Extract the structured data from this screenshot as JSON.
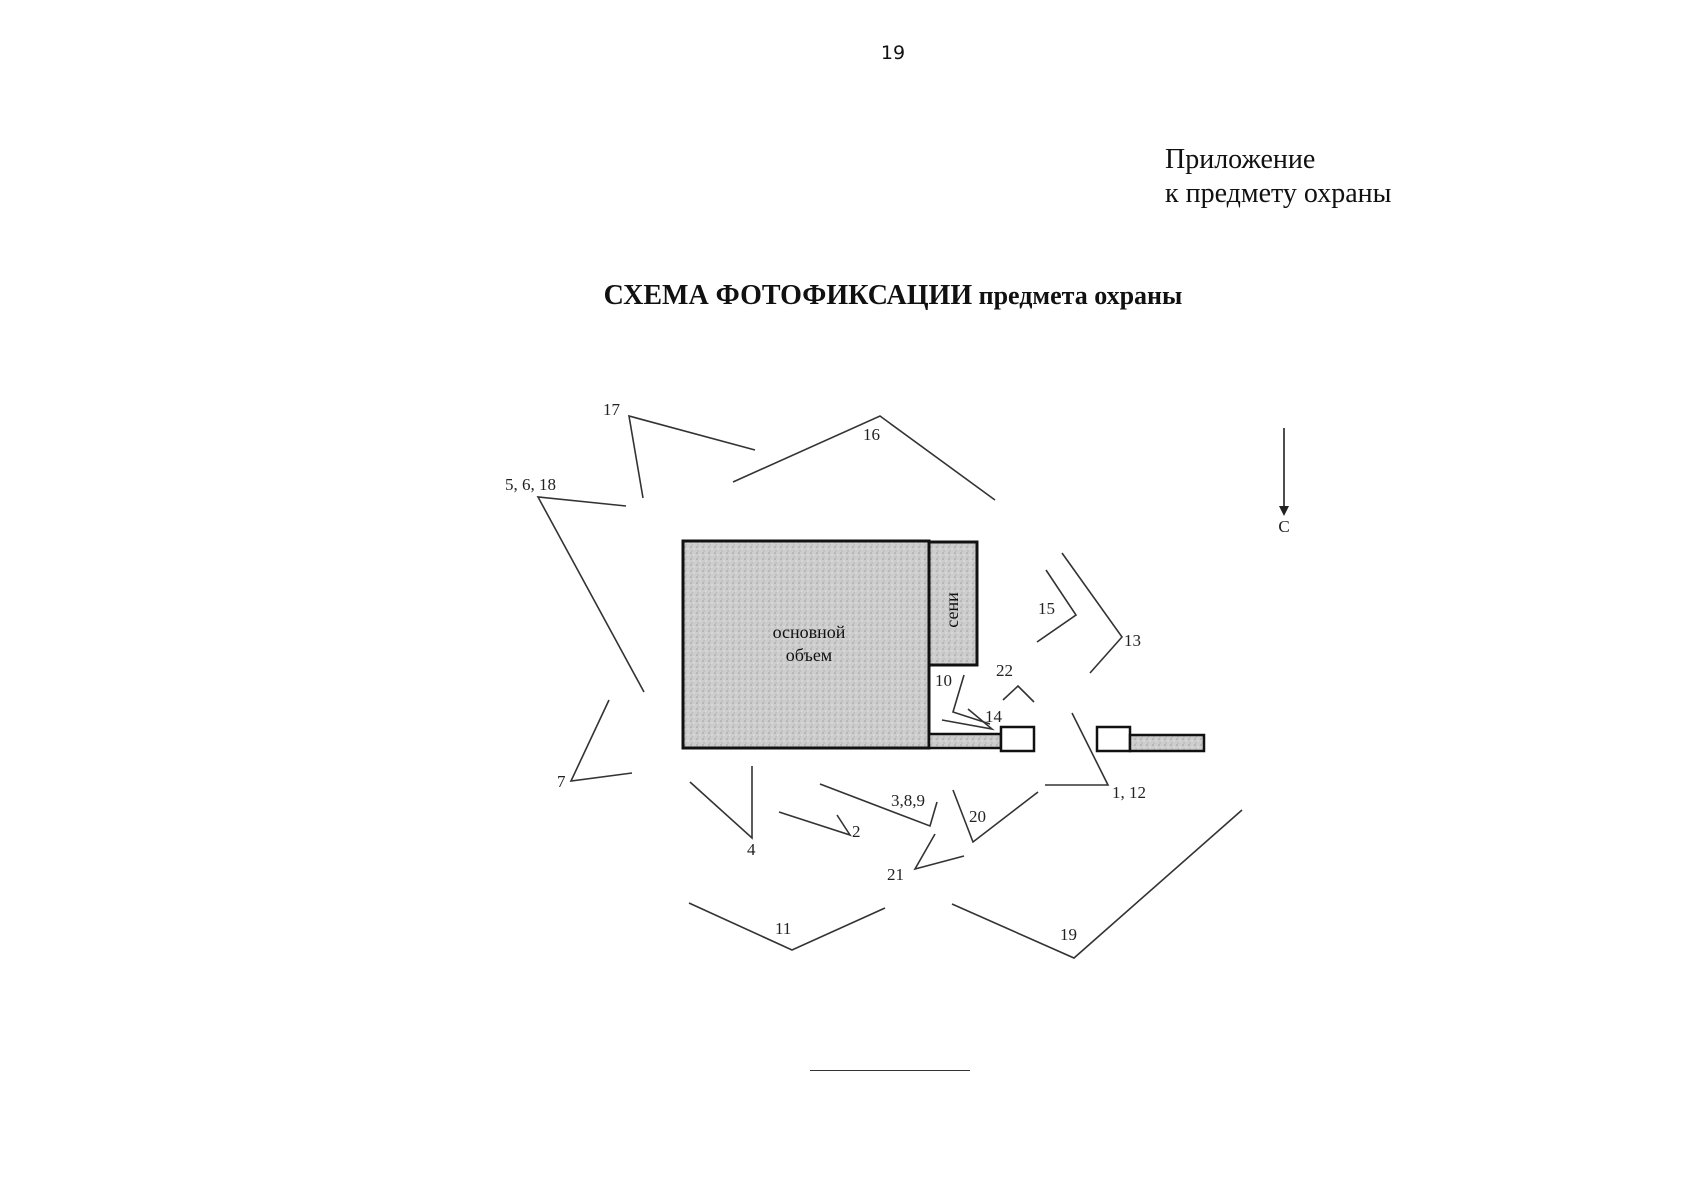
{
  "page_number": "19",
  "appendix": {
    "line1": "Приложение",
    "line2": "к предмету охраны"
  },
  "title": {
    "bold_part": "СХЕМА ФОТОФИКСАЦИИ",
    "rest": " предмета охраны"
  },
  "building": {
    "main_label_line1": "основной",
    "main_label_line2": "объем",
    "annex_label": "сени"
  },
  "north_label": "С",
  "viewpoints": [
    {
      "id": "17",
      "label": "17"
    },
    {
      "id": "16",
      "label": "16"
    },
    {
      "id": "5-6-18",
      "label": "5, 6, 18"
    },
    {
      "id": "15",
      "label": "15"
    },
    {
      "id": "13",
      "label": "13"
    },
    {
      "id": "22",
      "label": "22"
    },
    {
      "id": "10",
      "label": "10"
    },
    {
      "id": "14",
      "label": "14"
    },
    {
      "id": "7",
      "label": "7"
    },
    {
      "id": "1-12",
      "label": "1, 12"
    },
    {
      "id": "3-8-9",
      "label": "3,8,9"
    },
    {
      "id": "20",
      "label": "20"
    },
    {
      "id": "2",
      "label": "2"
    },
    {
      "id": "4",
      "label": "4"
    },
    {
      "id": "21",
      "label": "21"
    },
    {
      "id": "11",
      "label": "11"
    },
    {
      "id": "19",
      "label": "19"
    }
  ],
  "colors": {
    "building_fill": "#c9c9c9",
    "annex_fill": "#bdbdbd",
    "outline": "#111111",
    "lines": "#333333"
  }
}
